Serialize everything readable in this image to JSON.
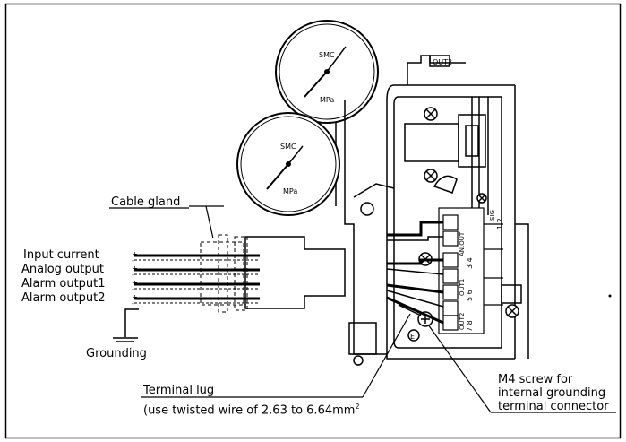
{
  "labels": {
    "cable_gland": "Cable gland",
    "input_current": "Input current",
    "analog_output": "Analog output",
    "alarm_output1": "Alarm output1",
    "alarm_output2": "Alarm output2",
    "grounding": "Grounding",
    "terminal_lug": "Terminal lug",
    "terminal_lug_note": "(use twisted wire of 2.63 to 6.64mm",
    "terminal_lug_note_sup": "2",
    "m4_screw_line1": "M4 screw for",
    "m4_screw_line2": "internal grounding",
    "m4_screw_line3": "terminal connector"
  },
  "gauges": {
    "brand": "SMC",
    "unit": "MPa"
  },
  "terminal_block": {
    "out2_tag": "OUT2",
    "groups": [
      {
        "name": "SIG",
        "pins": "1 2"
      },
      {
        "name": "AN.OUT",
        "pins": "3 4"
      },
      {
        "name": "OUT1",
        "pins": "5 6"
      },
      {
        "name": "OUT2",
        "pins": "7 8"
      }
    ],
    "earth_mark": "E"
  },
  "polarity": {
    "plus": "+",
    "minus": "-"
  }
}
